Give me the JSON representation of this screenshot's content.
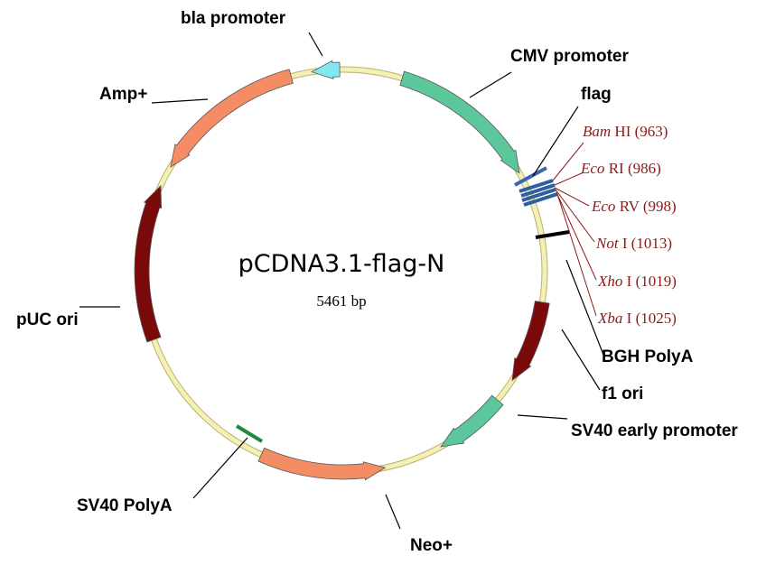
{
  "plasmid": {
    "name": "pCDNA3.1-flag-N",
    "size_label": "5461 bp",
    "backbone_color": "#f5f0b4"
  },
  "features": [
    {
      "label": "CMV promoter",
      "color": "#5cc79a",
      "icon": "arrow-clockwise"
    },
    {
      "label": "flag",
      "color": "#3a66b0",
      "icon": "tick-mark"
    },
    {
      "label": "BGH PolyA",
      "color": "#000000",
      "icon": "tick-mark"
    },
    {
      "label": "f1 ori",
      "color": "#7a0a0a",
      "icon": "arrow-clockwise"
    },
    {
      "label": "SV40 early promoter",
      "color": "#5cc79a",
      "icon": "arrow-clockwise"
    },
    {
      "label": "Neo+",
      "color": "#f48c64",
      "icon": "arrow-counterclockwise"
    },
    {
      "label": "SV40 PolyA",
      "color": "#1f8a3c",
      "icon": "tick-mark"
    },
    {
      "label": "pUC ori",
      "color": "#7a0a0a",
      "icon": "arrow-clockwise"
    },
    {
      "label": "Amp+",
      "color": "#f48c64",
      "icon": "arrow-counterclockwise"
    },
    {
      "label": "bla promoter",
      "color": "#7fe8f0",
      "icon": "arrow-counterclockwise"
    }
  ],
  "restriction_sites": [
    {
      "enzyme_italic": "Bam",
      "enzyme_rest": "HI",
      "position": "(963)"
    },
    {
      "enzyme_italic": "Eco",
      "enzyme_rest": "RI",
      "position": "(986)"
    },
    {
      "enzyme_italic": "Eco",
      "enzyme_rest": "RV",
      "position": "(998)"
    },
    {
      "enzyme_italic": "Not",
      "enzyme_rest": "I",
      "position": "(1013)"
    },
    {
      "enzyme_italic": "Xho",
      "enzyme_rest": "I",
      "position": "(1019)"
    },
    {
      "enzyme_italic": "Xba",
      "enzyme_rest": "I",
      "position": "(1025)"
    }
  ],
  "colors": {
    "site_text": "#8b1a1a",
    "mcs_bar": "#2e5f9e"
  }
}
